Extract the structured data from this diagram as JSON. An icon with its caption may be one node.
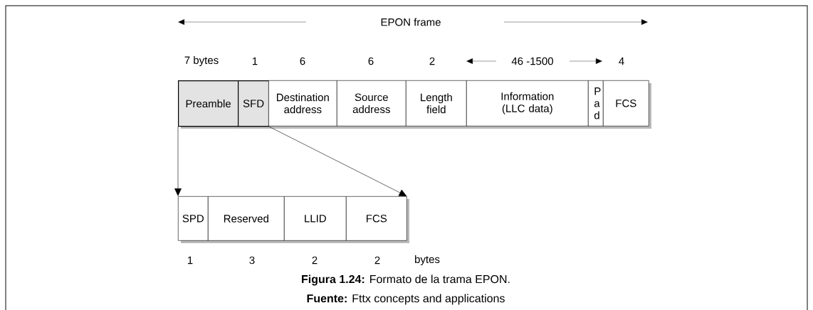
{
  "diagram": {
    "caption": "**Figura 1.24:** Formato de la trama EPON.",
    "nodes": [
      {
        "text": [
          "Preamble"
        ]
      },
      {
        "text": [
          "SFD"
        ]
      },
      {
        "text": [
          "Destination address"
        ]
      },
      {
        "text": [
          "Source address"
        ]
      },
      {
        "text": [
          "Length field"
        ]
      },
      {
        "text": [
          "Information (LLC data)"
        ]
      },
      {
        "text": [
          "P a d"
        ]
      },
      {
        "text": [
          "FCS"
        ]
      },
      {
        "text": [
          "SPD"
        ]
      },
      {
        "text": [
          "Reserved"
        ]
      },
      {
        "text": [
          "LLID"
        ]
      },
      {
        "text": [
          "FCS"
        ]
      }
    ],
    "edges": [
      {
        "from": 0,
        "to": 8,
        "arrow": "to"
      },
      {
        "from": 1,
        "to": 11,
        "arrow": "to"
      }
    ],
    "labels": [
      "EPON frame",
      "7 bytes",
      "1",
      "6",
      "6",
      "2",
      "46 -1500",
      "4",
      "1",
      "3",
      "2",
      "2",
      "bytes",
      "**Fuente:** Fttx concepts and applications"
    ]
  }
}
